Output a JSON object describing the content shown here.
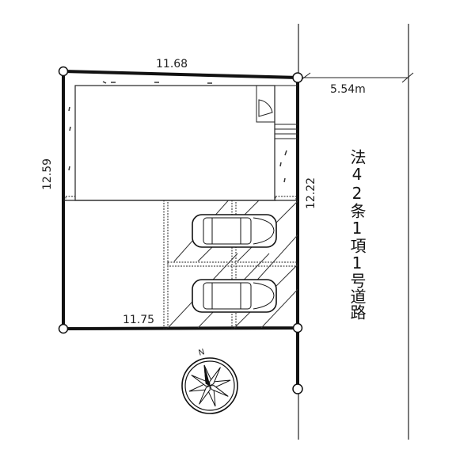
{
  "dimensions": {
    "top": "11.68",
    "bottom": "11.75",
    "left": "12.59",
    "right": "12.22",
    "road_width": "5.54m"
  },
  "road_label": "法42条1項1号道路",
  "compass": {
    "north_label": "N"
  },
  "icons": [
    "compass-rose-icon",
    "car-icon",
    "boundary-marker-icon"
  ]
}
